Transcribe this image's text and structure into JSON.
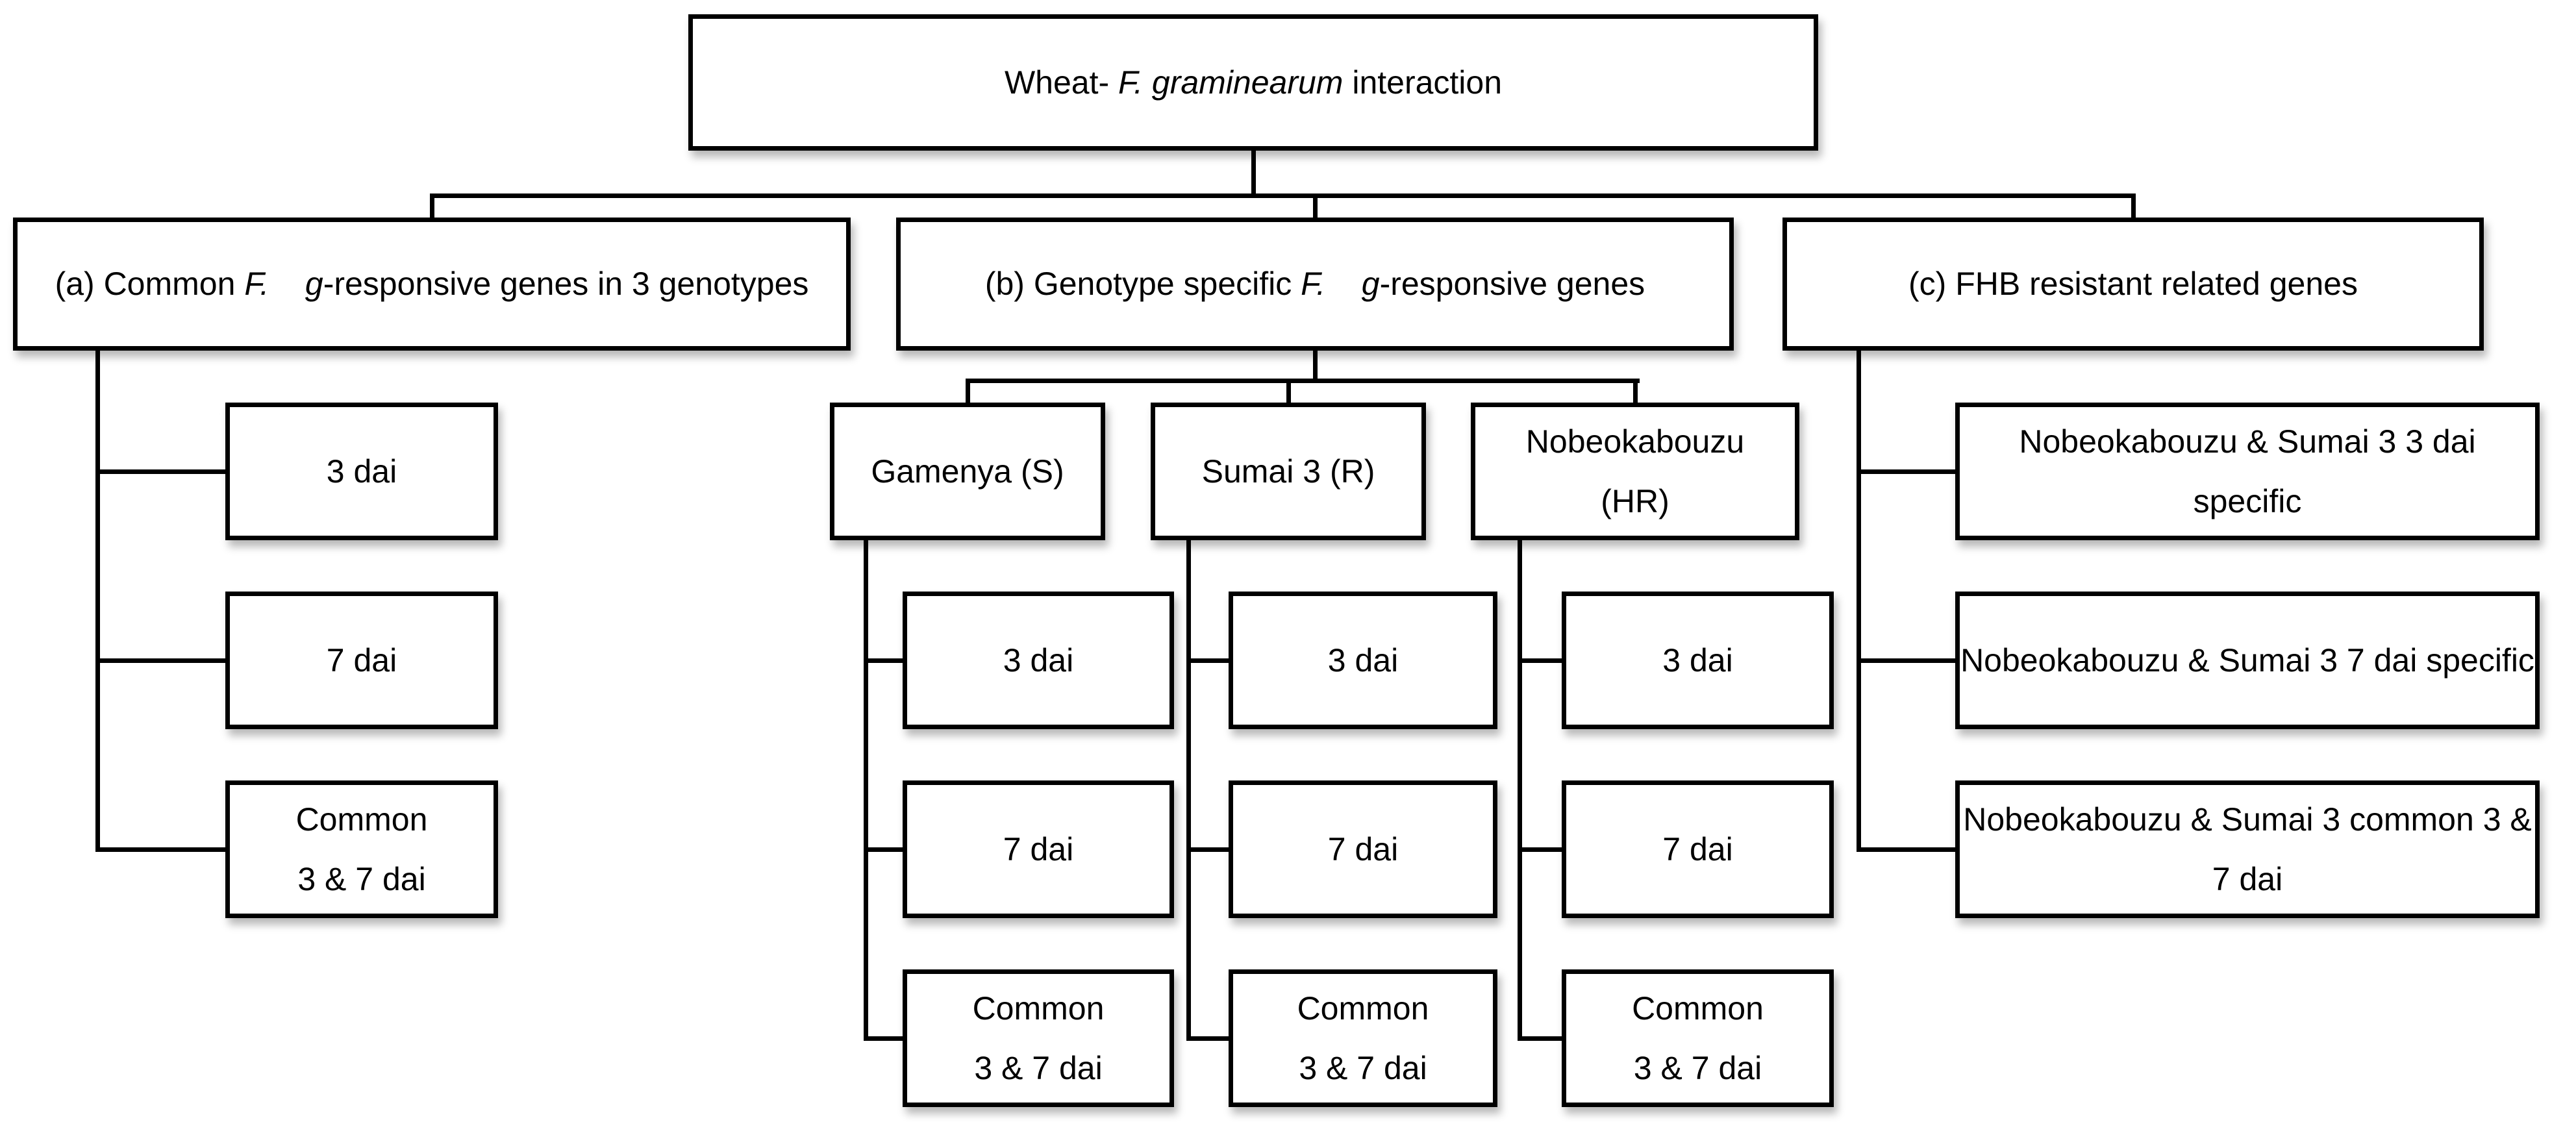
{
  "figure_title": "Wheat - F. graminearum interaction flowchart",
  "colors": {
    "background": "#ffffff",
    "box_fill": "#ffffff",
    "box_border": "#000000",
    "connector": "#000000",
    "text": "#000000"
  },
  "root": {
    "parts": [
      {
        "text": "Wheat- ",
        "italic": false
      },
      {
        "text": "F. graminearum",
        "italic": true
      },
      {
        "text": " interaction",
        "italic": false
      }
    ]
  },
  "branches": {
    "a": {
      "parts": [
        {
          "text": "(a) Common ",
          "italic": false
        },
        {
          "text": "F.",
          "italic": true
        },
        {
          "text": "    ",
          "italic": false
        },
        {
          "text": "g",
          "italic": true
        },
        {
          "text": "-responsive genes in 3 genotypes",
          "italic": false
        }
      ]
    },
    "b": {
      "parts": [
        {
          "text": "(b) Genotype specific ",
          "italic": false
        },
        {
          "text": "F.",
          "italic": true
        },
        {
          "text": "    ",
          "italic": false
        },
        {
          "text": "g",
          "italic": true
        },
        {
          "text": "-responsive genes",
          "italic": false
        }
      ]
    },
    "c": {
      "parts": [
        {
          "text": "(c) FHB resistant related genes",
          "italic": false
        }
      ]
    }
  },
  "a_children": [
    {
      "lines": [
        "3 dai"
      ]
    },
    {
      "lines": [
        "7 dai"
      ]
    },
    {
      "lines": [
        "Common",
        "3 & 7 dai"
      ]
    }
  ],
  "genotypes": [
    {
      "header_lines": [
        "Gamenya (S)"
      ],
      "children": [
        {
          "lines": [
            "3 dai"
          ]
        },
        {
          "lines": [
            "7 dai"
          ]
        },
        {
          "lines": [
            "Common",
            "3 & 7 dai"
          ]
        }
      ]
    },
    {
      "header_lines": [
        "Sumai 3 (R)"
      ],
      "children": [
        {
          "lines": [
            "3 dai"
          ]
        },
        {
          "lines": [
            "7 dai"
          ]
        },
        {
          "lines": [
            "Common",
            "3 & 7 dai"
          ]
        }
      ]
    },
    {
      "header_lines": [
        "Nobeokabouzu",
        "(HR)"
      ],
      "children": [
        {
          "lines": [
            "3 dai"
          ]
        },
        {
          "lines": [
            "7 dai"
          ]
        },
        {
          "lines": [
            "Common",
            "3 & 7 dai"
          ]
        }
      ]
    }
  ],
  "c_children": [
    {
      "lines": [
        "Nobeokabouzu & Sumai 3 3 dai",
        "specific"
      ]
    },
    {
      "lines": [
        "Nobeokabouzu & Sumai 3 7 dai specific"
      ]
    },
    {
      "lines": [
        "Nobeokabouzu & Sumai 3 common 3 &",
        "7 dai"
      ]
    }
  ]
}
